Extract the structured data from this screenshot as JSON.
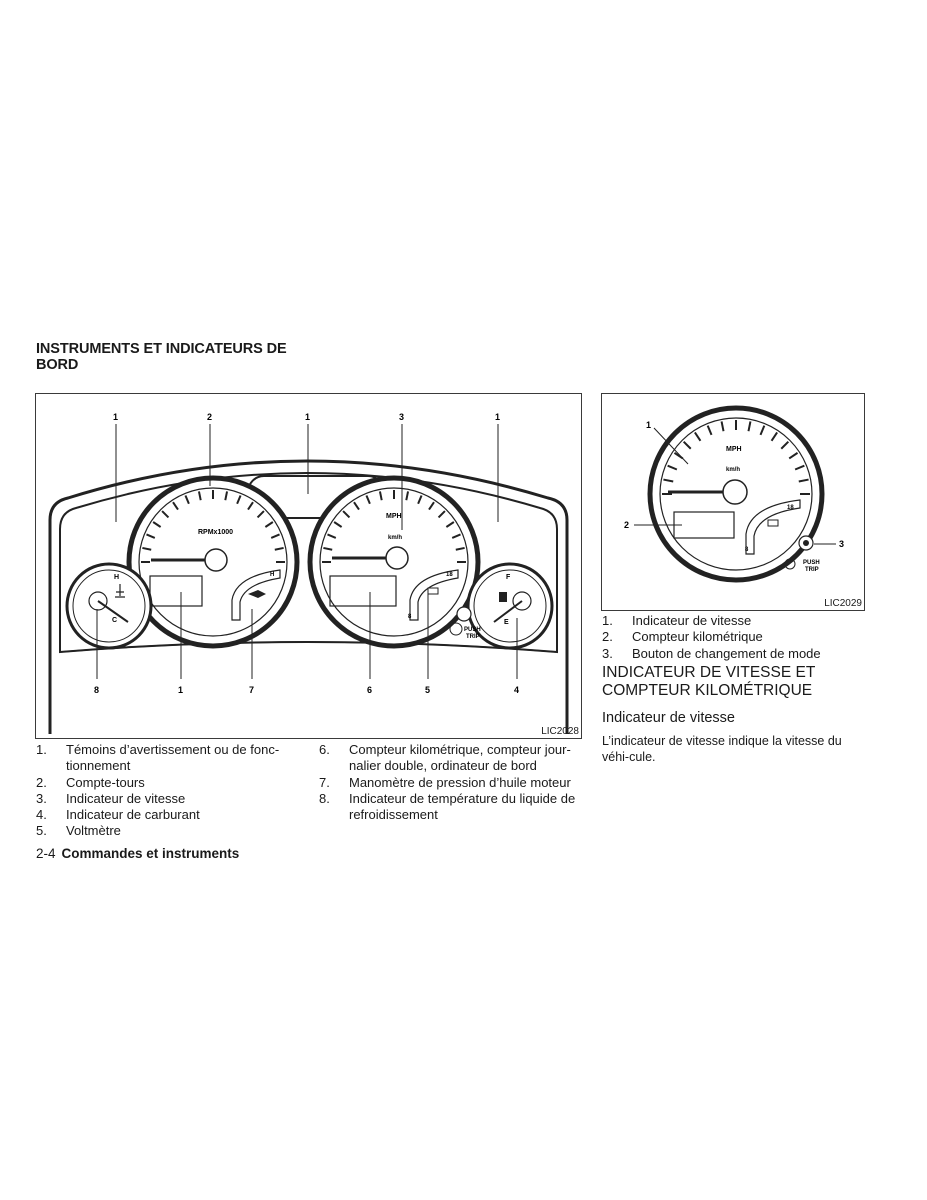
{
  "section": {
    "title": "INSTRUMENTS ET INDICATEURS DE BORD"
  },
  "figure1": {
    "code": "LIC2028",
    "callouts_top": [
      "1",
      "2",
      "1",
      "3",
      "1"
    ],
    "callouts_bottom": [
      "8",
      "1",
      "7",
      "6",
      "5",
      "4"
    ],
    "gauge_labels": {
      "rpm": "RPMx1000",
      "mph": "MPH",
      "kmh": "km/h",
      "hot": "H",
      "cold": "C",
      "full": "F",
      "empty": "E",
      "oil_h": "H",
      "volt_high": "18",
      "volt_low": "8",
      "push": "PUSH",
      "trip": "TRIP"
    }
  },
  "figure2": {
    "code": "LIC2029",
    "callouts": [
      "1",
      "2",
      "3"
    ],
    "gauge_labels": {
      "mph": "MPH",
      "kmh": "km/h",
      "volt_high": "18",
      "volt_low": "8",
      "push": "PUSH",
      "trip": "TRIP"
    }
  },
  "legend_left": [
    {
      "num": "1.",
      "text": "Témoins d’avertissement ou de fonc-tionnement"
    },
    {
      "num": "2.",
      "text": "Compte-tours"
    },
    {
      "num": "3.",
      "text": "Indicateur de vitesse"
    },
    {
      "num": "4.",
      "text": "Indicateur de carburant"
    },
    {
      "num": "5.",
      "text": "Voltmètre"
    }
  ],
  "legend_mid": [
    {
      "num": "6.",
      "text": "Compteur kilométrique, compteur jour-nalier double, ordinateur de bord"
    },
    {
      "num": "7.",
      "text": "Manomètre de pression d’huile moteur"
    },
    {
      "num": "8.",
      "text": "Indicateur de température du liquide de refroidissement"
    }
  ],
  "legend_right": [
    {
      "num": "1.",
      "text": "Indicateur de vitesse"
    },
    {
      "num": "2.",
      "text": "Compteur kilométrique"
    },
    {
      "num": "3.",
      "text": "Bouton de changement de mode"
    }
  ],
  "heading_major": "INDICATEUR DE VITESSE ET COMPTEUR KILOMÉTRIQUE",
  "heading_minor": "Indicateur de vitesse",
  "paragraph": "L’indicateur de vitesse indique la vitesse du véhi-cule.",
  "footer": {
    "page": "2-4",
    "section": "Commandes et instruments"
  }
}
